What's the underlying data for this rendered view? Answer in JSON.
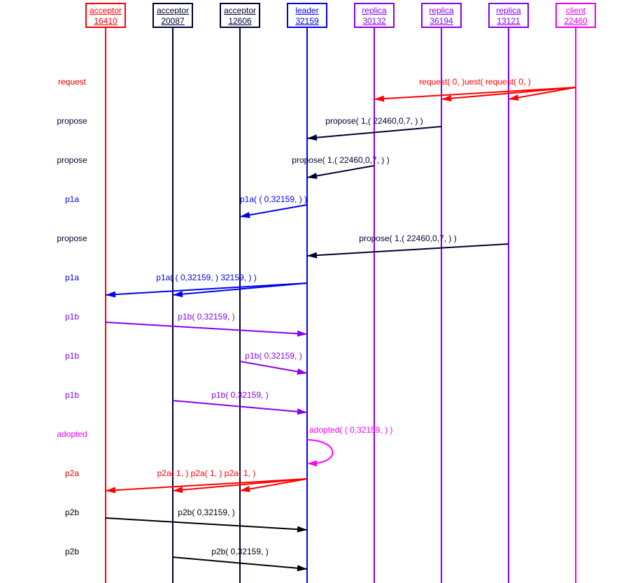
{
  "actors": [
    {
      "role": "acceptor",
      "id": "16410",
      "color": "#ff0000"
    },
    {
      "role": "acceptor",
      "id": "20087",
      "color": "#000033"
    },
    {
      "role": "acceptor",
      "id": "12606",
      "color": "#000033"
    },
    {
      "role": "leader",
      "id": "32159",
      "color": "#0000ee"
    },
    {
      "role": "replica",
      "id": "30132",
      "color": "#8800ee"
    },
    {
      "role": "replica",
      "id": "36194",
      "color": "#8800ee"
    },
    {
      "role": "replica",
      "id": "13121",
      "color": "#8800ee"
    },
    {
      "role": "client",
      "id": "22460",
      "color": "#ee00ee"
    }
  ],
  "rows": [
    {
      "label": "request",
      "color": "#dd0000"
    },
    {
      "label": "propose",
      "color": "#000033"
    },
    {
      "label": "propose",
      "color": "#000033"
    },
    {
      "label": "p1a",
      "color": "#0000ee"
    },
    {
      "label": "propose",
      "color": "#000033"
    },
    {
      "label": "p1a",
      "color": "#0000ee"
    },
    {
      "label": "p1b",
      "color": "#8800ee"
    },
    {
      "label": "p1b",
      "color": "#8800ee"
    },
    {
      "label": "p1b",
      "color": "#8800ee"
    },
    {
      "label": "adopted",
      "color": "#ee00ee"
    },
    {
      "label": "p2a",
      "color": "#dd0000"
    },
    {
      "label": "p2b",
      "color": "#000000"
    },
    {
      "label": "p2b",
      "color": "#000000"
    }
  ],
  "messages": [
    {
      "row": 0,
      "from": 7,
      "to": [
        4,
        5,
        6
      ],
      "label": "request( 0, )uest( request( 0, )",
      "color": "#ff0000"
    },
    {
      "row": 1,
      "from": 5,
      "to": [
        3
      ],
      "label": "propose( 1,( 22460,0,7, ) )",
      "color": "#000033"
    },
    {
      "row": 2,
      "from": 4,
      "to": [
        3
      ],
      "label": "propose( 1,( 22460,0,7, ) )",
      "color": "#000033"
    },
    {
      "row": 3,
      "from": 3,
      "to": [
        2
      ],
      "label": "p1a( ( 0,32159, ) )",
      "color": "#0000ee"
    },
    {
      "row": 4,
      "from": 6,
      "to": [
        3
      ],
      "label": "propose( 1,( 22460,0,7, ) )",
      "color": "#000033"
    },
    {
      "row": 5,
      "from": 3,
      "to": [
        0,
        1
      ],
      "label": "p1a( ( 0,32159, ) 32159, ) )",
      "color": "#0000ee"
    },
    {
      "row": 6,
      "from": 0,
      "to": [
        3
      ],
      "label": "p1b( 0,32159, )",
      "color": "#8800ee"
    },
    {
      "row": 7,
      "from": 2,
      "to": [
        3
      ],
      "label": "p1b( 0,32159, )",
      "color": "#8800ee"
    },
    {
      "row": 8,
      "from": 1,
      "to": [
        3
      ],
      "label": "p1b( 0,32159, )",
      "color": "#8800ee"
    },
    {
      "row": 9,
      "from": 3,
      "to": [
        3
      ],
      "label": "adopted( ( 0,32159, ) )",
      "color": "#ff00ff",
      "self": true
    },
    {
      "row": 10,
      "from": 3,
      "to": [
        0,
        1,
        2
      ],
      "label": "p2a( 1, ) p2a( 1, ) p2a( 1, )",
      "color": "#ff0000"
    },
    {
      "row": 11,
      "from": 0,
      "to": [
        3
      ],
      "label": "p2b( 0,32159, )",
      "color": "#000000"
    },
    {
      "row": 12,
      "from": 1,
      "to": [
        3
      ],
      "label": "p2b( 0,32159, )",
      "color": "#000000"
    }
  ]
}
